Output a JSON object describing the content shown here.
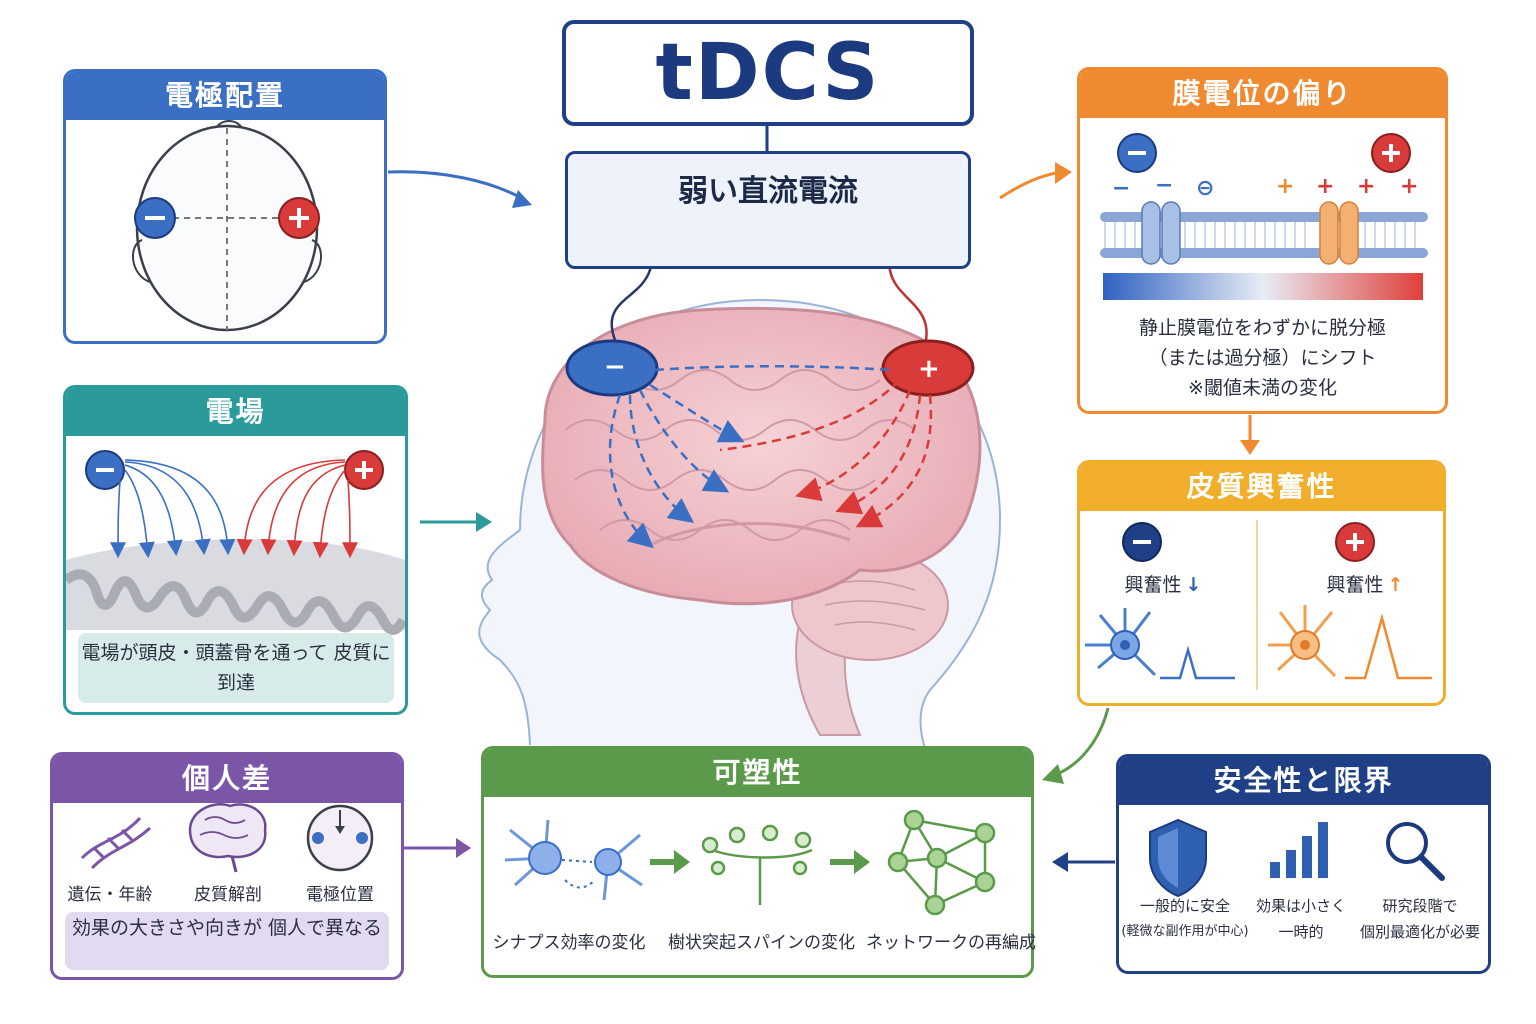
{
  "title": "tDCS",
  "current": {
    "label": "弱い直流電流"
  },
  "symbols": {
    "minus": "−",
    "plus": "+"
  },
  "electrode_placement": {
    "title": "電極配置"
  },
  "electric_field": {
    "title": "電場",
    "note": "電場が頭皮・頭蓋骨を通って 皮質に到達"
  },
  "individual": {
    "title": "個人差",
    "items": [
      "遺伝・年齢",
      "皮質解剖",
      "電極位置"
    ],
    "note": "効果の大きさや向きが 個人で異なる"
  },
  "membrane": {
    "title": "膜電位の偏り",
    "lines": [
      "静止膜電位をわずかに脱分極",
      "（または過分極）にシフト",
      "※閾値未満の変化"
    ]
  },
  "excitability": {
    "title": "皮質興奮性",
    "minus_label": "興奮性",
    "plus_label": "興奮性",
    "minus_arrow": "↓",
    "plus_arrow": "↑"
  },
  "plasticity": {
    "title": "可塑性",
    "items": [
      "シナプス効率の変化",
      "樹状突起スパインの変化",
      "ネットワークの再編成"
    ]
  },
  "safety": {
    "title": "安全性と限界",
    "items": [
      {
        "line1": "一般的に安全",
        "line2": "(軽微な副作用が中心)"
      },
      {
        "line1": "効果は小さく",
        "line2": "一時的"
      },
      {
        "line1": "研究段階で",
        "line2": "個別最適化が必要"
      }
    ]
  },
  "colors": {
    "navy": "#1f3f86",
    "blue": "#3a6fc4",
    "teal": "#2a9a9a",
    "orange": "#f08a30",
    "amber": "#f0ae2a",
    "green": "#5a9a4a",
    "purple": "#7a55a8",
    "red": "#d93a3a"
  }
}
